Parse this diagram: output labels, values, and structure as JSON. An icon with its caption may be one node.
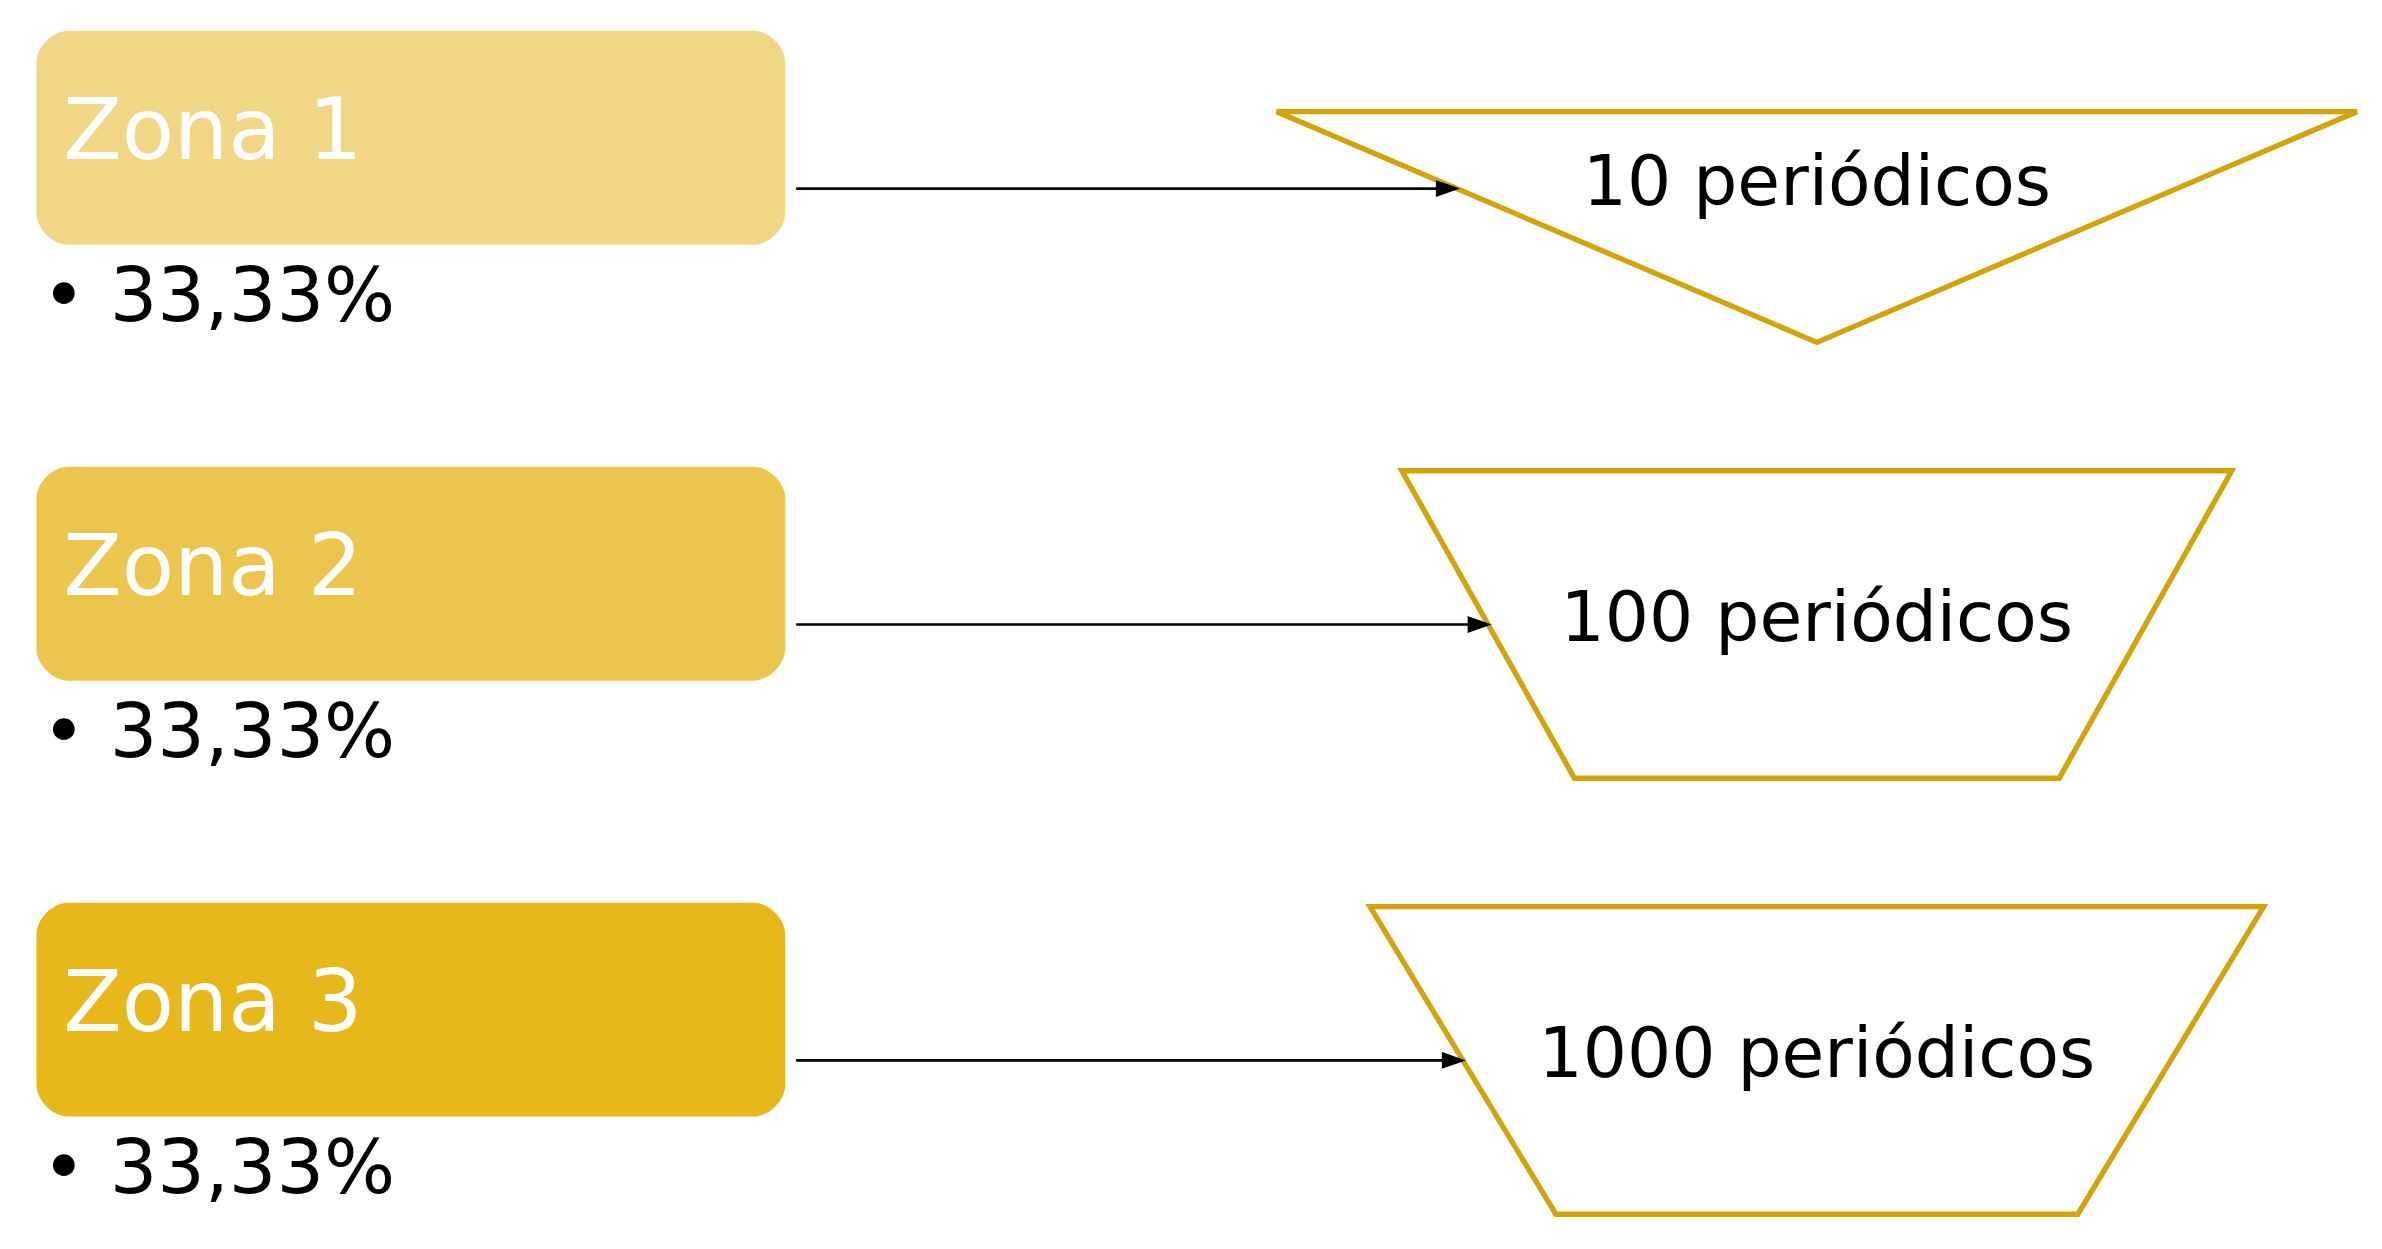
{
  "diagram": {
    "nodes": [
      {
        "text": [
          "Zona 3"
        ],
        "beside": [
          "• 33,33%"
        ]
      },
      {
        "text": [
          "Zona 2"
        ],
        "beside": [
          "• 33,33%"
        ]
      },
      {
        "text": [
          "Zona 1"
        ],
        "beside": [
          "• 33,33%"
        ]
      },
      {
        "text": [
          "1000 periódicos"
        ]
      },
      {
        "text": [
          "100 periódicos"
        ]
      },
      {
        "text": [
          "10 periódicos"
        ]
      }
    ],
    "edges": [
      {
        "from": 0,
        "to": 3,
        "arrow": "to"
      },
      {
        "from": 1,
        "to": 4,
        "arrow": "to"
      },
      {
        "from": 2,
        "to": 5,
        "arrow": "to"
      }
    ]
  }
}
